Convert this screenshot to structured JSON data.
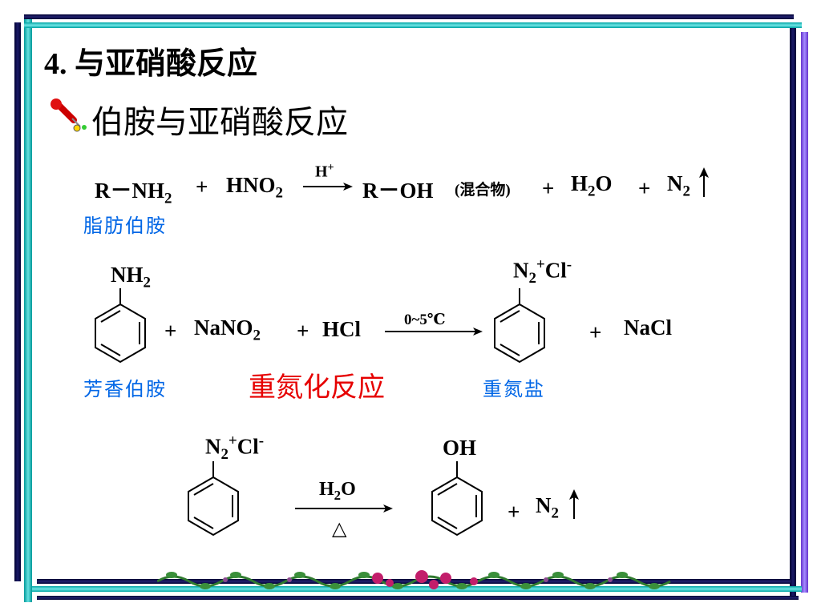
{
  "heading": "4. 与亚硝酸反应",
  "subheading": "伯胺与亚硝酸反应",
  "reaction1": {
    "reactant1_r": "R",
    "reactant1_bond": "－",
    "reactant1_group": "NH",
    "reactant1_sub": "2",
    "plus": "+",
    "reagent": "HNO",
    "reagent_sub": "2",
    "catalyst": "H",
    "catalyst_sup": "+",
    "product_r": "R",
    "product_bond": "－",
    "product_group": "OH",
    "product_note": "(混合物)",
    "water_h": "H",
    "water_sub": "2",
    "water_o": "O",
    "nitrogen": "N",
    "nitrogen_sub": "2",
    "reactant_name": "脂肪伯胺"
  },
  "reaction2": {
    "amine_label": "NH",
    "amine_sub": "2",
    "reagent1": "NaNO",
    "reagent1_sub": "2",
    "reagent2": "HCl",
    "condition": "0~5℃",
    "salt_n": "N",
    "salt_sub": "2",
    "salt_sup": "+",
    "salt_cl": "Cl",
    "salt_cl_sup": "-",
    "byproduct": "NaCl",
    "plus": "+",
    "reactant_name": "芳香伯胺",
    "reaction_name": "重氮化反应",
    "product_name": "重氮盐"
  },
  "reaction3": {
    "salt_n": "N",
    "salt_sub": "2",
    "salt_sup": "+",
    "salt_cl": "Cl",
    "salt_cl_sup": "-",
    "condition_h": "H",
    "condition_sub": "2",
    "condition_o": "O",
    "condition_heat": "△",
    "product": "OH",
    "plus": "+",
    "nitrogen": "N",
    "nitrogen_sub": "2"
  },
  "colors": {
    "label_blue": "#0066e6",
    "highlight_red": "#e60000",
    "frame_dark": "#000033",
    "frame_teal": "#33cccc",
    "frame_purple": "#9966ff"
  },
  "icons": [
    "pushpin-icon",
    "gas-evolution-arrow-icon",
    "vine-garland-decoration"
  ]
}
